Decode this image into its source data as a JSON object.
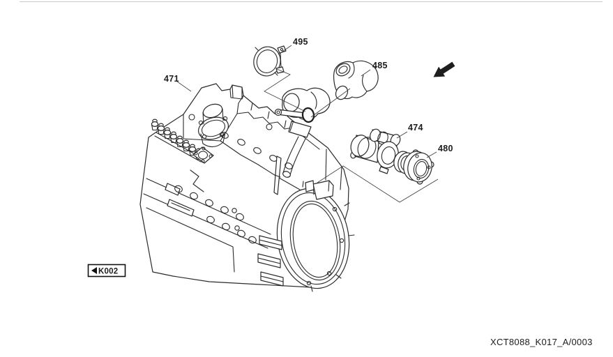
{
  "diagram": {
    "kind": "exploded-parts-line-drawing",
    "subject_hint": "diesel-engine-with-turbocharger-flywheel-housing-and-starter",
    "background_color": "#ffffff",
    "line_color": "#2a2a2a",
    "callouts": [
      {
        "label": "471",
        "part_hint": "engine-assembly"
      },
      {
        "label": "495",
        "part_hint": "v-band-clamp"
      },
      {
        "label": "485",
        "part_hint": "elbow-hose"
      },
      {
        "label": "474",
        "part_hint": "starter-motor"
      },
      {
        "label": "480",
        "part_hint": "adapter-flange"
      }
    ],
    "view_reference": {
      "label": "K002",
      "arrow_glyph": "left-triangle"
    },
    "direction_arrow": {
      "points": "down-left"
    },
    "footer_code": "XCT8088_K017_A/0003"
  }
}
